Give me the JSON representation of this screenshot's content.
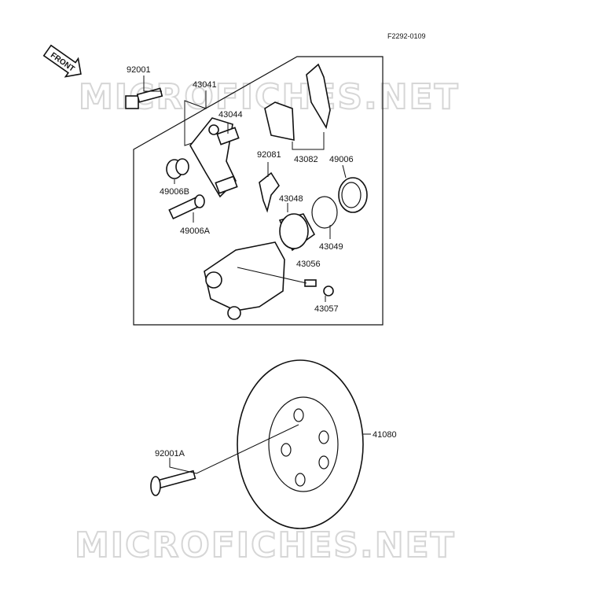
{
  "diagram_code": "F2292-0109",
  "front_label": "FRONT",
  "watermark": "MICROFICHES.NET",
  "parts": {
    "p92001": "92001",
    "p43041": "43041",
    "p43044": "43044",
    "p43082": "43082",
    "p92081": "92081",
    "p49006": "49006",
    "p49006B": "49006B",
    "p43048": "43048",
    "p49006A": "49006A",
    "p43049": "43049",
    "p43056": "43056",
    "p43057": "43057",
    "p41080": "41080",
    "p92001A": "92001A"
  }
}
